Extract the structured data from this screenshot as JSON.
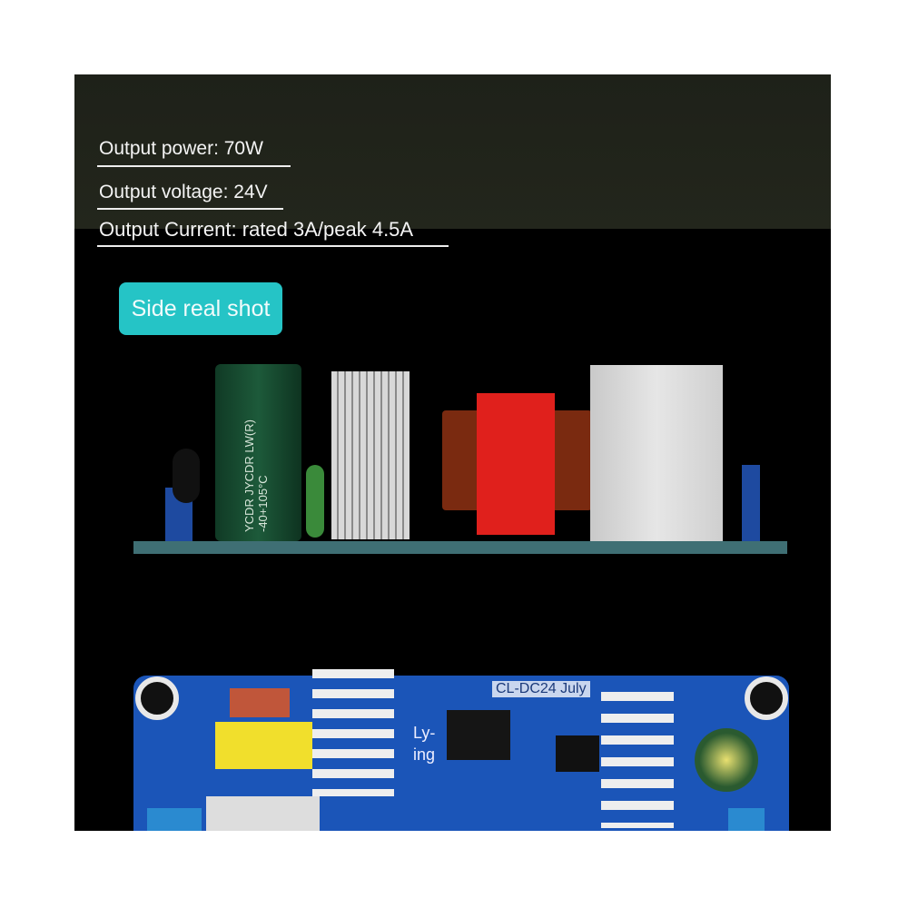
{
  "specs": {
    "power": "Output power: 70W",
    "voltage": "Output voltage: 24V",
    "current": "Output Current: rated 3A/peak 4.5A"
  },
  "badge": "Side real shot",
  "capacitor_label": "YCDR JYCDR LW(R) -40+105°C",
  "board_text": {
    "model": "CL-DC24 July",
    "lying": "Ly-\ning"
  },
  "colors": {
    "badge": "#25c4c6",
    "pcb": "#1b55b8",
    "transformer": "#e0201c",
    "capacitor": "#1d5a3a"
  }
}
